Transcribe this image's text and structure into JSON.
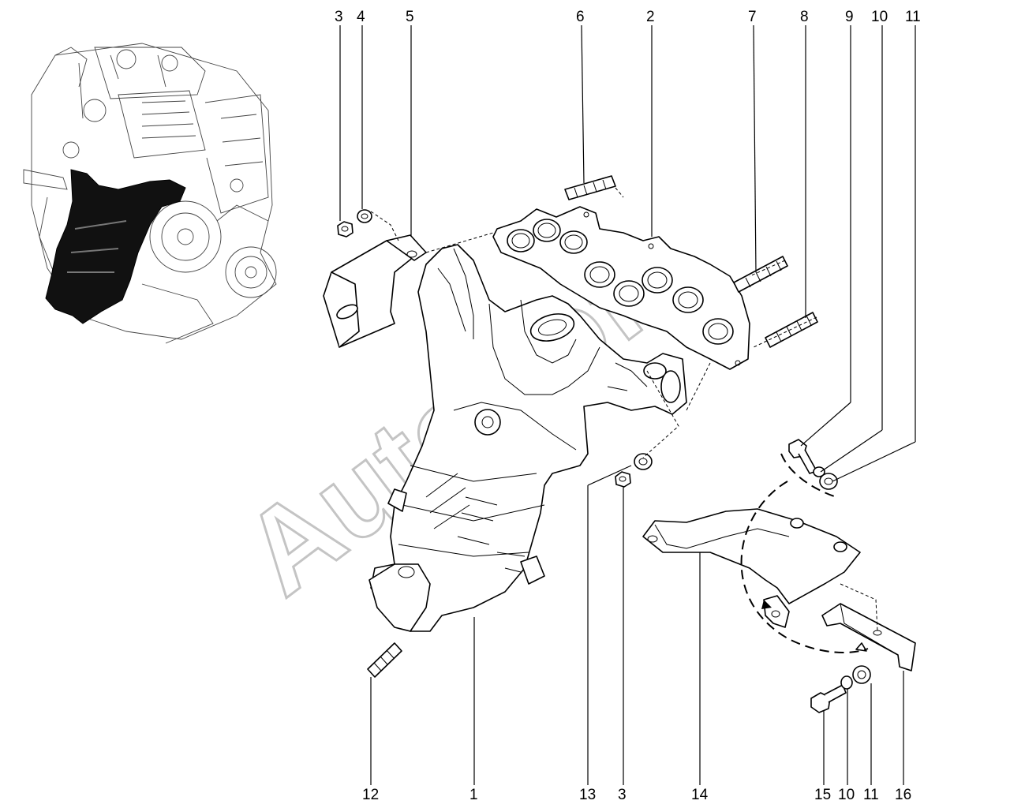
{
  "diagram": {
    "watermark": "AutoSoft",
    "callouts": [
      {
        "id": "c3a",
        "label": "3"
      },
      {
        "id": "c4",
        "label": "4"
      },
      {
        "id": "c5",
        "label": "5"
      },
      {
        "id": "c6",
        "label": "6"
      },
      {
        "id": "c2",
        "label": "2"
      },
      {
        "id": "c7",
        "label": "7"
      },
      {
        "id": "c8",
        "label": "8"
      },
      {
        "id": "c9",
        "label": "9"
      },
      {
        "id": "c10a",
        "label": "10"
      },
      {
        "id": "c11a",
        "label": "11"
      },
      {
        "id": "c12",
        "label": "12"
      },
      {
        "id": "c1",
        "label": "1"
      },
      {
        "id": "c13",
        "label": "13"
      },
      {
        "id": "c3b",
        "label": "3"
      },
      {
        "id": "c14",
        "label": "14"
      },
      {
        "id": "c15",
        "label": "15"
      },
      {
        "id": "c10b",
        "label": "10"
      },
      {
        "id": "c11b",
        "label": "11"
      },
      {
        "id": "c16",
        "label": "16"
      }
    ]
  }
}
